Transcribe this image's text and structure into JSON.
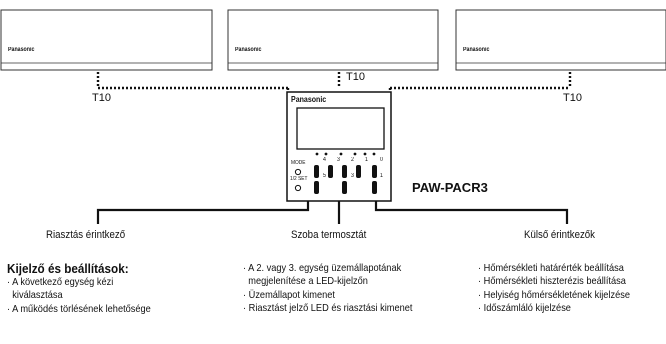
{
  "units": [
    {
      "brand": "Panasonic"
    },
    {
      "brand": "Panasonic"
    },
    {
      "brand": "Panasonic"
    }
  ],
  "connections": {
    "left_label": "T10",
    "center_label": "T10",
    "right_label": "T10"
  },
  "controller": {
    "brand": "Panasonic",
    "mode_label": "MODE",
    "set_label": "1/2 SET",
    "top_button_labels": [
      "4",
      "3",
      "2",
      "1",
      "0"
    ],
    "bottom_button_labels": [
      "5",
      "3",
      "1"
    ],
    "model": "PAW-PACR3"
  },
  "outputs": {
    "alarm": "Riasztás érintkező",
    "thermostat": "Szoba termosztát",
    "external": "Külső érintkezők"
  },
  "features": {
    "heading": "Kijelző és beállítások:",
    "col1": [
      "· A következő egység kézi",
      "kiválasztása",
      "· A működés törlésének lehetősége"
    ],
    "col2": [
      "· A 2. vagy 3. egység üzemállapotának",
      "megjelenítése a LED-kijelzőn",
      "· Üzemállapot kimenet",
      "· Riasztást jelző LED és riasztási kimenet"
    ],
    "col3": [
      "· Hőmérsékleti határérték beállítása",
      "· Hőmérsékleti hiszterézis beállítása",
      "· Helyiség hőmérsékletének kijelzése",
      "· Időszámláló kijelzése"
    ]
  }
}
